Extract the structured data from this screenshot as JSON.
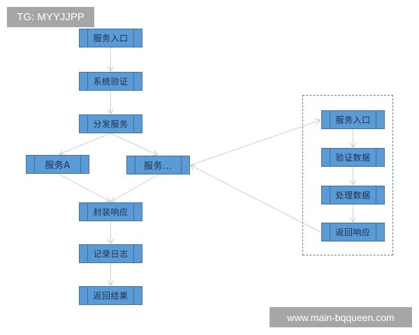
{
  "watermarks": {
    "top_left": "TG: MYYJJPP",
    "bottom_right": "www.main-bqqueen.com"
  },
  "colors": {
    "node_fill": "#5B9BD5",
    "node_border": "#41719C",
    "node_text": "#1F2D4A",
    "connector": "#C9D1DB",
    "watermark_bg": "#A6A6A6"
  },
  "main_flow": {
    "nodes": [
      {
        "id": "service-entry",
        "label": "服务入口"
      },
      {
        "id": "system-auth",
        "label": "系统验证"
      },
      {
        "id": "dispatch-service",
        "label": "分发服务"
      },
      {
        "id": "service-a",
        "label": "服务A"
      },
      {
        "id": "service-more",
        "label": "服务..."
      },
      {
        "id": "wrap-response",
        "label": "封装响应"
      },
      {
        "id": "log-record",
        "label": "记录日志"
      },
      {
        "id": "return-result",
        "label": "返回结果"
      }
    ]
  },
  "detail_flow": {
    "nodes": [
      {
        "id": "detail-entry",
        "label": "服务入口"
      },
      {
        "id": "validate-data",
        "label": "验证数据"
      },
      {
        "id": "process-data",
        "label": "处理数据"
      },
      {
        "id": "return-response",
        "label": "返回响应"
      }
    ]
  },
  "edges": [
    {
      "from": "服务入口",
      "to": "系统验证"
    },
    {
      "from": "系统验证",
      "to": "分发服务"
    },
    {
      "from": "分发服务",
      "to": "服务A"
    },
    {
      "from": "分发服务",
      "to": "服务..."
    },
    {
      "from": "服务A",
      "to": "封装响应"
    },
    {
      "from": "服务...",
      "to": "封装响应"
    },
    {
      "from": "封装响应",
      "to": "记录日志"
    },
    {
      "from": "记录日志",
      "to": "返回结果"
    },
    {
      "from": "服务...",
      "to": "服务入口 (detail)"
    },
    {
      "from": "服务入口 (detail)",
      "to": "验证数据"
    },
    {
      "from": "验证数据",
      "to": "处理数据"
    },
    {
      "from": "处理数据",
      "to": "返回响应"
    },
    {
      "from": "返回响应",
      "to": "服务..."
    }
  ]
}
